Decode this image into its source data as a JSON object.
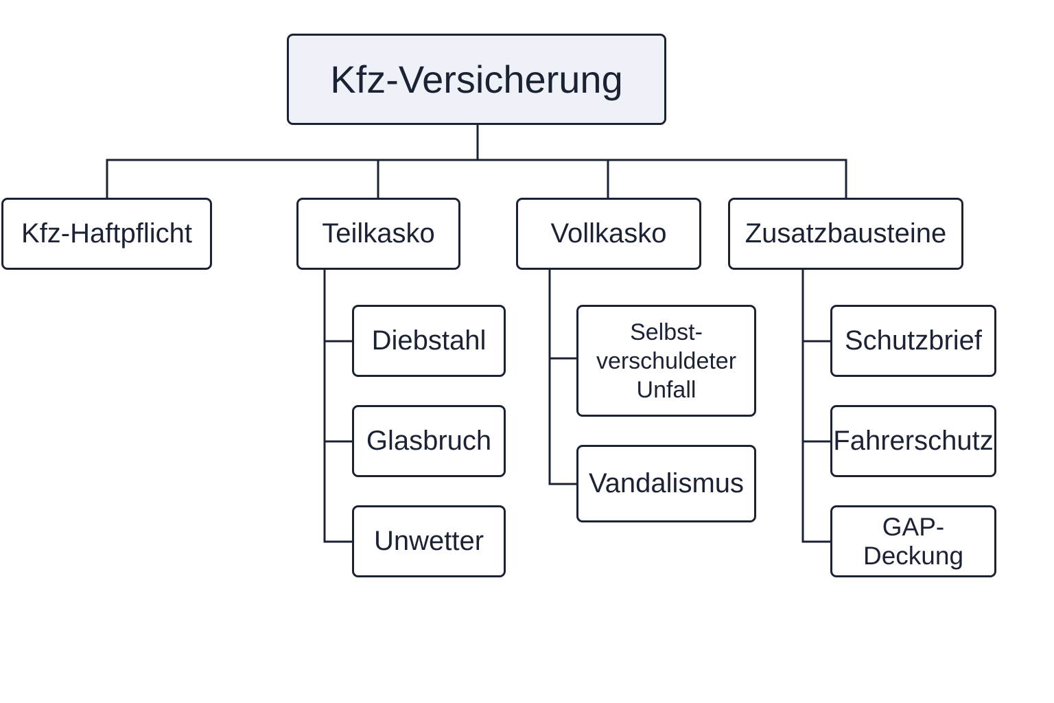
{
  "root": {
    "label": "Kfz-Versicherung"
  },
  "categories": [
    {
      "label": "Kfz-Haftpflicht",
      "children": []
    },
    {
      "label": "Teilkasko",
      "children": [
        "Diebstahl",
        "Glasbruch",
        "Unwetter"
      ]
    },
    {
      "label": "Vollkasko",
      "children": [
        "Selbst-\nverschuldeter\nUnfall",
        "Vandalismus"
      ]
    },
    {
      "label": "Zusatzbausteine",
      "children": [
        "Schutzbrief",
        "Fahrerschutz",
        "GAP-Deckung"
      ]
    }
  ],
  "colors": {
    "root_fill": "#eef2f8",
    "node_fill": "#ffffff",
    "stroke": "#1b2233",
    "text": "#1b2233"
  }
}
